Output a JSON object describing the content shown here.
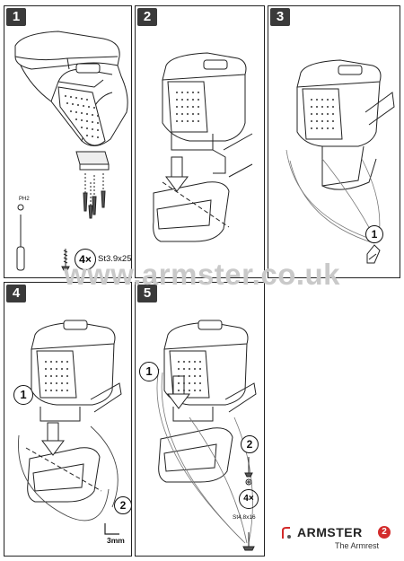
{
  "watermark": "www.armster.co.uk",
  "steps": [
    {
      "number": "1",
      "qty": "4×",
      "screw_spec": "St3.9x25",
      "tool_label": "PH2"
    },
    {
      "number": "2"
    },
    {
      "number": "3",
      "callout": "1"
    },
    {
      "number": "4",
      "callout_1": "1",
      "callout_2": "2",
      "size_label": "3mm"
    },
    {
      "number": "5",
      "callout_1": "1",
      "callout_2": "2",
      "qty": "4×",
      "screw_spec": "St4.8x16"
    }
  ],
  "brand": {
    "name": "ARMSTER",
    "model": "2",
    "tagline": "The Armrest",
    "accent_color": "#d32b2b"
  }
}
